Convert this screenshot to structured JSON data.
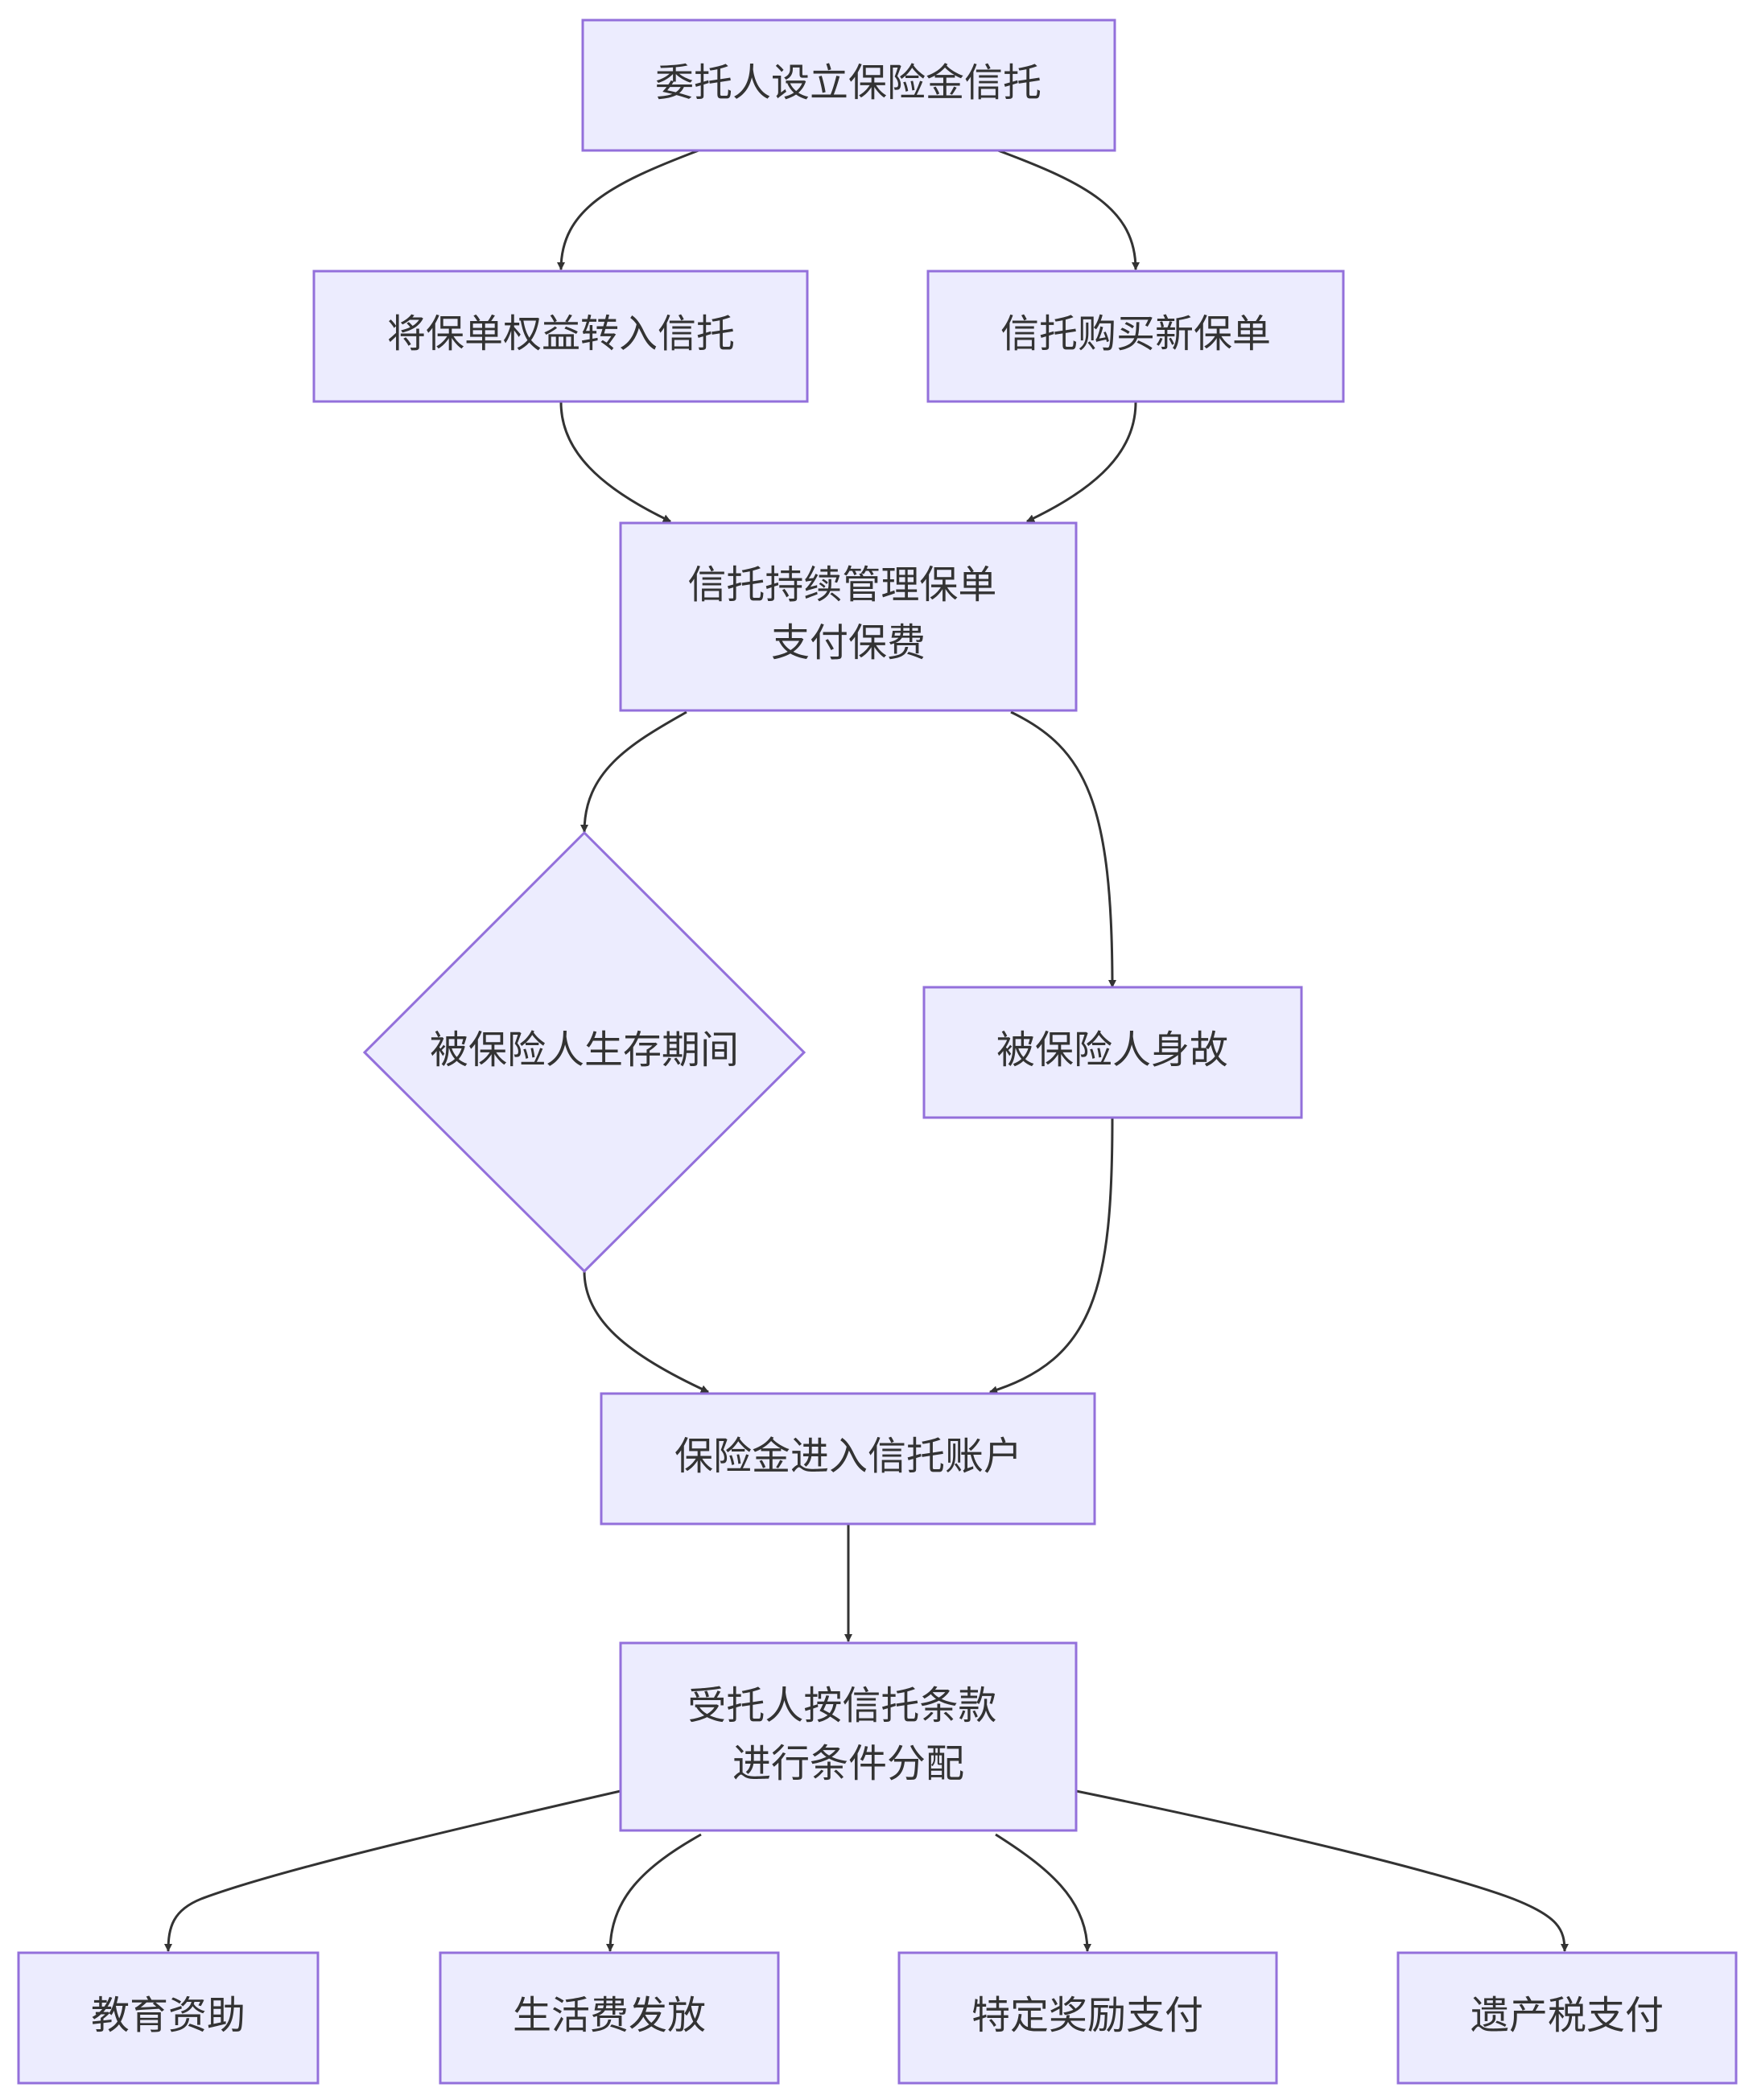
{
  "diagram": {
    "type": "flowchart",
    "colors": {
      "node_fill": "#ececfe",
      "node_stroke": "#9370db",
      "edge": "#333333",
      "text": "#333333"
    },
    "nodes": {
      "setup": {
        "lines": [
          "委托人设立保险金信托"
        ]
      },
      "transfer": {
        "lines": [
          "将保单权益转入信托"
        ]
      },
      "purchase": {
        "lines": [
          "信托购买新保单"
        ]
      },
      "manage": {
        "lines": [
          "信托持续管理保单",
          "支付保费"
        ]
      },
      "alive": {
        "lines": [
          "被保险人生存期间"
        ]
      },
      "death": {
        "lines": [
          "被保险人身故"
        ]
      },
      "payout": {
        "lines": [
          "保险金进入信托账户"
        ]
      },
      "distribute": {
        "lines": [
          "受托人按信托条款",
          "进行条件分配"
        ]
      },
      "education": {
        "lines": [
          "教育资助"
        ]
      },
      "living": {
        "lines": [
          "生活费发放"
        ]
      },
      "reward": {
        "lines": [
          "特定奖励支付"
        ]
      },
      "tax": {
        "lines": [
          "遗产税支付"
        ]
      }
    },
    "edges": [
      {
        "from": "setup",
        "to": "transfer"
      },
      {
        "from": "setup",
        "to": "purchase"
      },
      {
        "from": "transfer",
        "to": "manage"
      },
      {
        "from": "purchase",
        "to": "manage"
      },
      {
        "from": "manage",
        "to": "alive"
      },
      {
        "from": "manage",
        "to": "death"
      },
      {
        "from": "alive",
        "to": "payout"
      },
      {
        "from": "death",
        "to": "payout"
      },
      {
        "from": "payout",
        "to": "distribute"
      },
      {
        "from": "distribute",
        "to": "education"
      },
      {
        "from": "distribute",
        "to": "living"
      },
      {
        "from": "distribute",
        "to": "reward"
      },
      {
        "from": "distribute",
        "to": "tax"
      }
    ]
  }
}
